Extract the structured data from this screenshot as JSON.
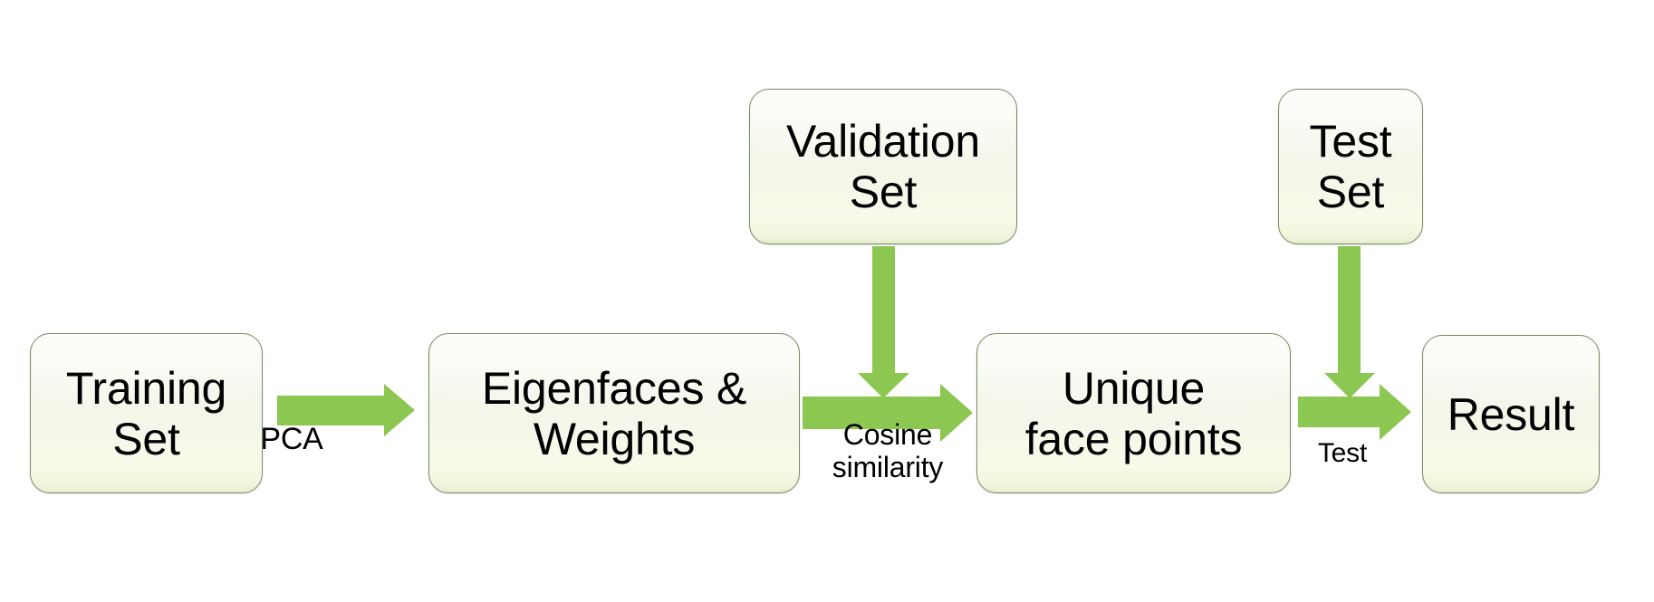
{
  "diagram": {
    "title": "Eigenfaces face recognition pipeline flowchart",
    "accent_color": "#8CC751",
    "node_fill_color": "#F2F7EA",
    "node_border_color": "#7A8A6A",
    "text_color": "#000000",
    "background_color": "#FFFFFF"
  },
  "nodes": [
    {
      "id": "training-set",
      "label": "Training\nSet"
    },
    {
      "id": "eigenfaces",
      "label": "Eigenfaces &\nWeights"
    },
    {
      "id": "validation-set",
      "label": "Validation\nSet"
    },
    {
      "id": "unique-face-points",
      "label": "Unique\nface points"
    },
    {
      "id": "test-set",
      "label": "Test\nSet"
    },
    {
      "id": "result",
      "label": "Result"
    }
  ],
  "edges": [
    {
      "id": "training-to-eigenfaces",
      "label": "PCA",
      "from": "training-set",
      "to": "eigenfaces",
      "direction": "right"
    },
    {
      "id": "eigenfaces-to-unique",
      "label": "Cosine\nsimilarity",
      "from": "eigenfaces",
      "to": "unique-face-points",
      "direction": "right"
    },
    {
      "id": "validation-to-unique",
      "label": "",
      "from": "validation-set",
      "to": "unique-face-points",
      "direction": "down"
    },
    {
      "id": "unique-to-result",
      "label": "Test",
      "from": "unique-face-points",
      "to": "result",
      "direction": "right"
    },
    {
      "id": "testset-to-result",
      "label": "",
      "from": "test-set",
      "to": "result",
      "direction": "down"
    }
  ]
}
